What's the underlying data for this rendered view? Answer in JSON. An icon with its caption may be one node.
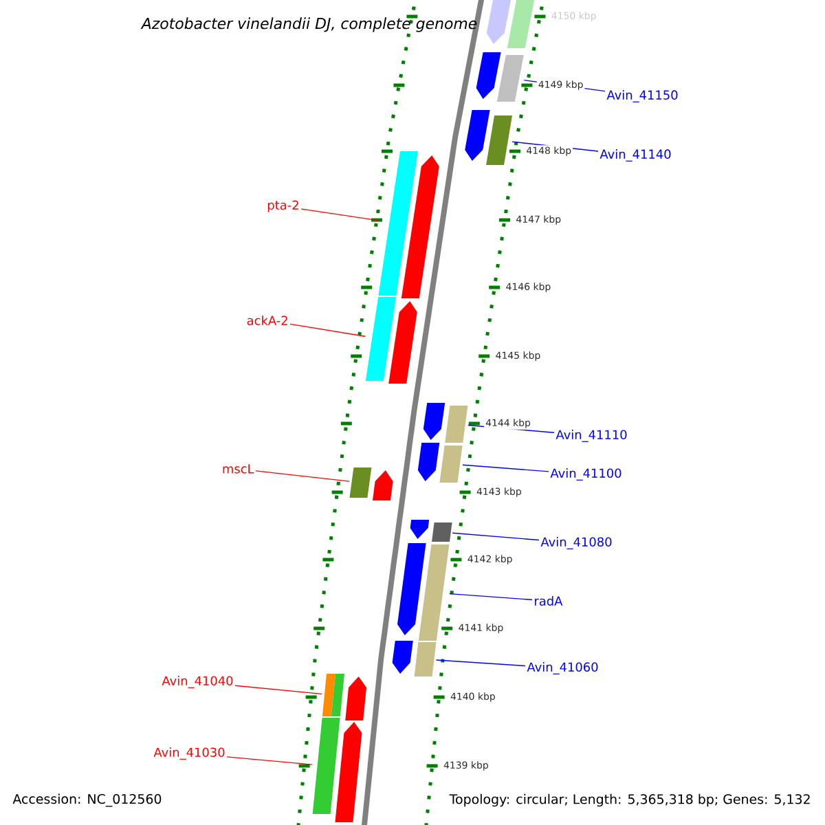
{
  "diagram": {
    "title": "Azotobacter vinelandii DJ, complete genome",
    "nodes": [
      {
        "text": [
          "Avin_41150"
        ]
      },
      {
        "text": [
          "Avin_41140"
        ]
      },
      {
        "text": [
          "pta-2"
        ]
      },
      {
        "text": [
          "ackA-2"
        ]
      },
      {
        "text": [
          "Avin_41110"
        ]
      },
      {
        "text": [
          "mscL"
        ]
      },
      {
        "text": [
          "Avin_41100"
        ]
      },
      {
        "text": [
          "Avin_41080"
        ]
      },
      {
        "text": [
          "radA"
        ]
      },
      {
        "text": [
          "Avin_41060"
        ]
      },
      {
        "text": [
          "Avin_41040"
        ]
      },
      {
        "text": [
          "Avin_41030"
        ]
      },
      {
        "text": [],
        "shape": "pentagon"
      },
      {
        "text": [],
        "shape": "box"
      },
      {
        "text": [],
        "shape": "pentagon"
      },
      {
        "text": [],
        "shape": "box"
      },
      {
        "text": [],
        "shape": "pentagon"
      },
      {
        "text": [],
        "shape": "box"
      },
      {
        "text": [],
        "shape": "box"
      },
      {
        "text": [],
        "shape": "pentagon"
      },
      {
        "text": [],
        "shape": "box"
      },
      {
        "text": [],
        "shape": "pentagon"
      },
      {
        "text": [],
        "shape": "pentagon"
      },
      {
        "text": [],
        "shape": "box"
      },
      {
        "text": [],
        "shape": "pentagon"
      },
      {
        "text": [],
        "shape": "box"
      },
      {
        "text": [],
        "shape": "box"
      },
      {
        "text": [],
        "shape": "pentagon"
      },
      {
        "text": [],
        "shape": "pentagon"
      },
      {
        "text": [],
        "shape": "box"
      },
      {
        "text": [],
        "shape": "pentagon"
      },
      {
        "text": [],
        "shape": "box"
      },
      {
        "text": [],
        "shape": "pentagon"
      },
      {
        "text": [],
        "shape": "box"
      },
      {
        "text": [],
        "shape": "box"
      },
      {
        "text": [],
        "shape": "pentagon"
      },
      {
        "text": [],
        "shape": "box"
      },
      {
        "text": [],
        "shape": "pentagon"
      }
    ],
    "edges": [
      {
        "from": 0,
        "to": 15,
        "arrow": "none"
      },
      {
        "from": 1,
        "to": 17,
        "arrow": "none"
      },
      {
        "from": 2,
        "to": 18,
        "arrow": "none",
        "color": "#ff0000"
      },
      {
        "from": 3,
        "to": 20,
        "arrow": "none",
        "color": "#ff0000"
      },
      {
        "from": 4,
        "to": 23,
        "arrow": "none"
      },
      {
        "from": 5,
        "to": 26,
        "arrow": "none",
        "color": "#ff0000"
      },
      {
        "from": 6,
        "to": 25,
        "arrow": "none"
      },
      {
        "from": 7,
        "to": 29,
        "arrow": "none"
      },
      {
        "from": 8,
        "to": 31,
        "arrow": "none"
      },
      {
        "from": 9,
        "to": 33,
        "arrow": "none"
      },
      {
        "from": 10,
        "to": 34,
        "arrow": "none",
        "color": "#ff0000"
      },
      {
        "from": 11,
        "to": 36,
        "arrow": "none",
        "color": "#ff0000"
      }
    ],
    "labels": [
      "4150 kbp",
      "4149 kbp",
      "4148 kbp",
      "4147 kbp",
      "4146 kbp",
      "4145 kbp",
      "4144 kbp",
      "4143 kbp",
      "4142 kbp",
      "4141 kbp",
      "4140 kbp",
      "4139 kbp",
      "Accession: NC_012560",
      "Topology: circular; Length: 5,365,318 bp; Genes: 5,132"
    ]
  }
}
